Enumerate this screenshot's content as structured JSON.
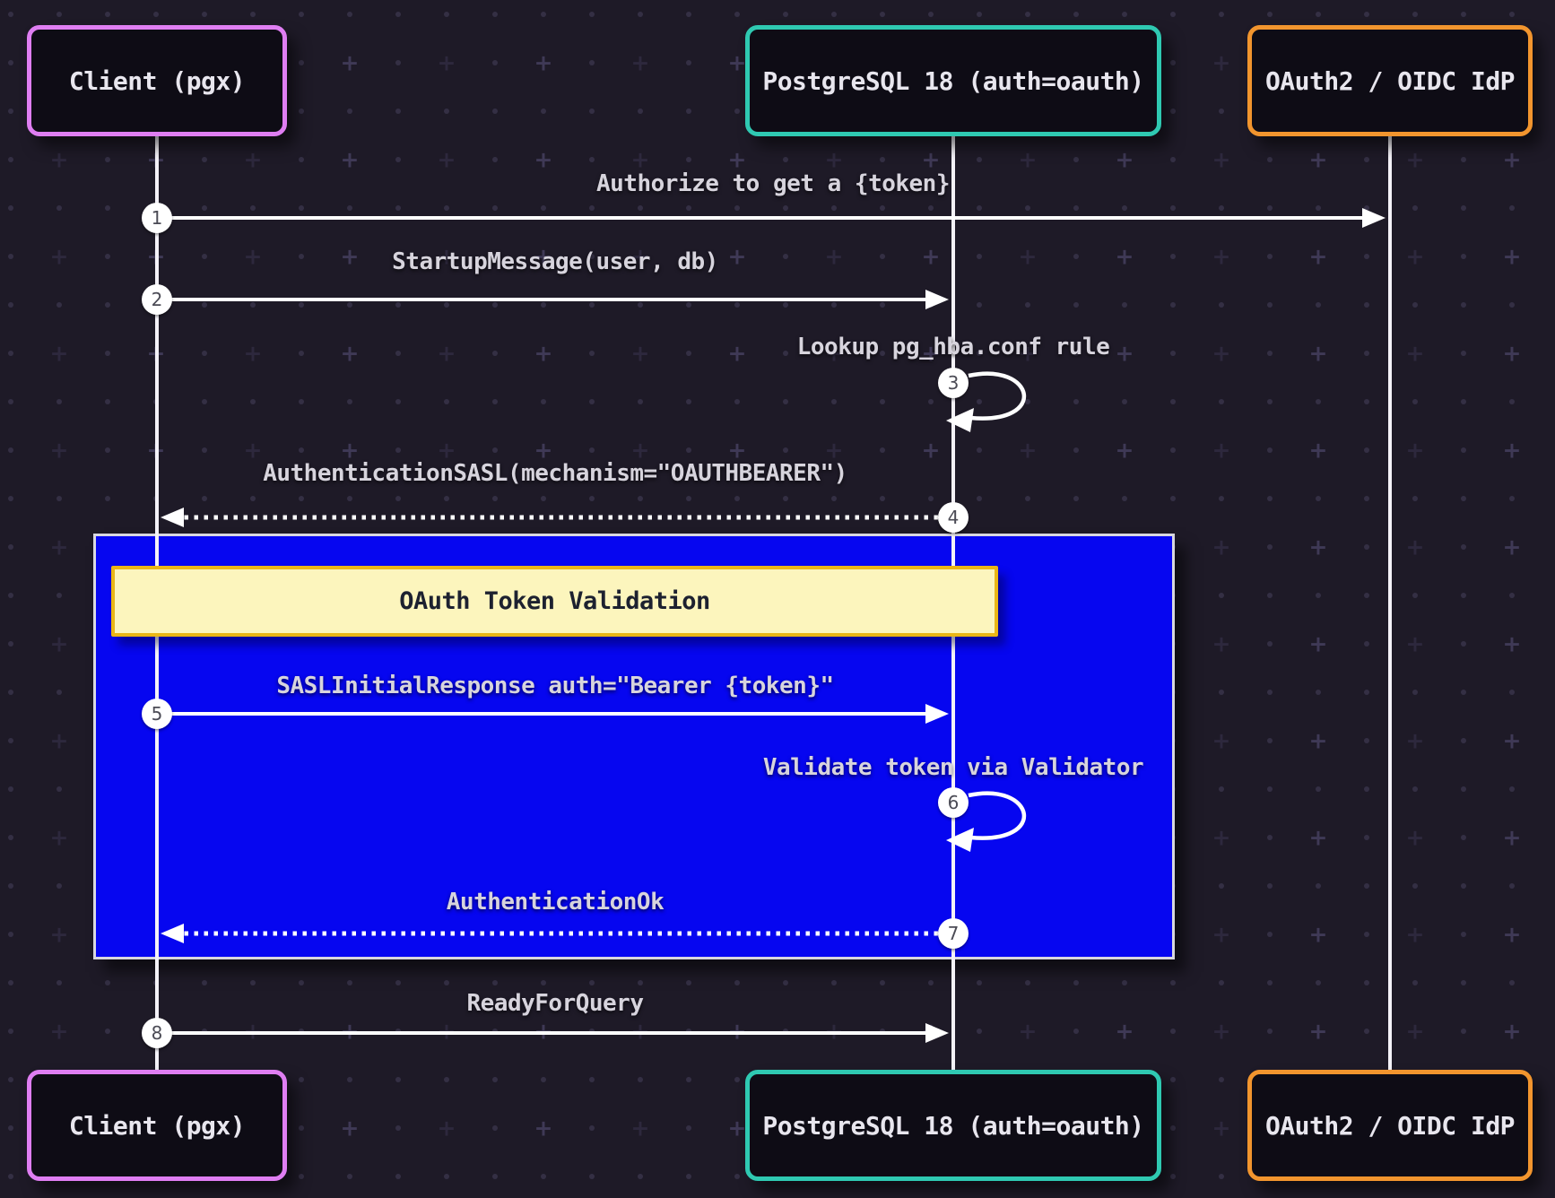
{
  "diagram": {
    "type": "sequence",
    "actors": [
      {
        "id": "client",
        "label": "Client (pgx)",
        "accent": "#df7ef2"
      },
      {
        "id": "postgres",
        "label": "PostgreSQL 18 (auth=oauth)",
        "accent": "#2fc9b2"
      },
      {
        "id": "idp",
        "label": "OAuth2 / OIDC IdP",
        "accent": "#f2952e"
      }
    ],
    "messages": [
      {
        "seq": "1",
        "text": "Authorize to get a {token}",
        "from": "Client (pgx)",
        "to": "OAuth2 / OIDC IdP",
        "line": "solid"
      },
      {
        "seq": "2",
        "text": "StartupMessage(user, db)",
        "from": "Client (pgx)",
        "to": "PostgreSQL 18 (auth=oauth)",
        "line": "solid"
      },
      {
        "seq": "3",
        "text": "Lookup pg_hba.conf rule",
        "from": "PostgreSQL 18 (auth=oauth)",
        "to": "PostgreSQL 18 (auth=oauth)",
        "line": "self-loop"
      },
      {
        "seq": "4",
        "text": "AuthenticationSASL(mechanism=\"OAUTHBEARER\")",
        "from": "PostgreSQL 18 (auth=oauth)",
        "to": "Client (pgx)",
        "line": "dashed"
      },
      {
        "seq": "5",
        "text": "SASLInitialResponse auth=\"Bearer {token}\"",
        "from": "Client (pgx)",
        "to": "PostgreSQL 18 (auth=oauth)",
        "line": "solid"
      },
      {
        "seq": "6",
        "text": "Validate token via Validator",
        "from": "PostgreSQL 18 (auth=oauth)",
        "to": "PostgreSQL 18 (auth=oauth)",
        "line": "self-loop"
      },
      {
        "seq": "7",
        "text": "AuthenticationOk",
        "from": "PostgreSQL 18 (auth=oauth)",
        "to": "Client (pgx)",
        "line": "dashed"
      },
      {
        "seq": "8",
        "text": "ReadyForQuery",
        "from": "Client (pgx)",
        "to": "PostgreSQL 18 (auth=oauth)",
        "line": "solid"
      }
    ],
    "highlight_region": {
      "label": "OAuth Token Validation",
      "fill": "#0606f0",
      "label_bg": "#fcf5bd",
      "label_border": "#eab616"
    },
    "colors": {
      "background": "#1e1a27",
      "box_fill": "#0e0c15",
      "lifeline": "#f4f2f8",
      "arrow": "#ffffff"
    }
  }
}
